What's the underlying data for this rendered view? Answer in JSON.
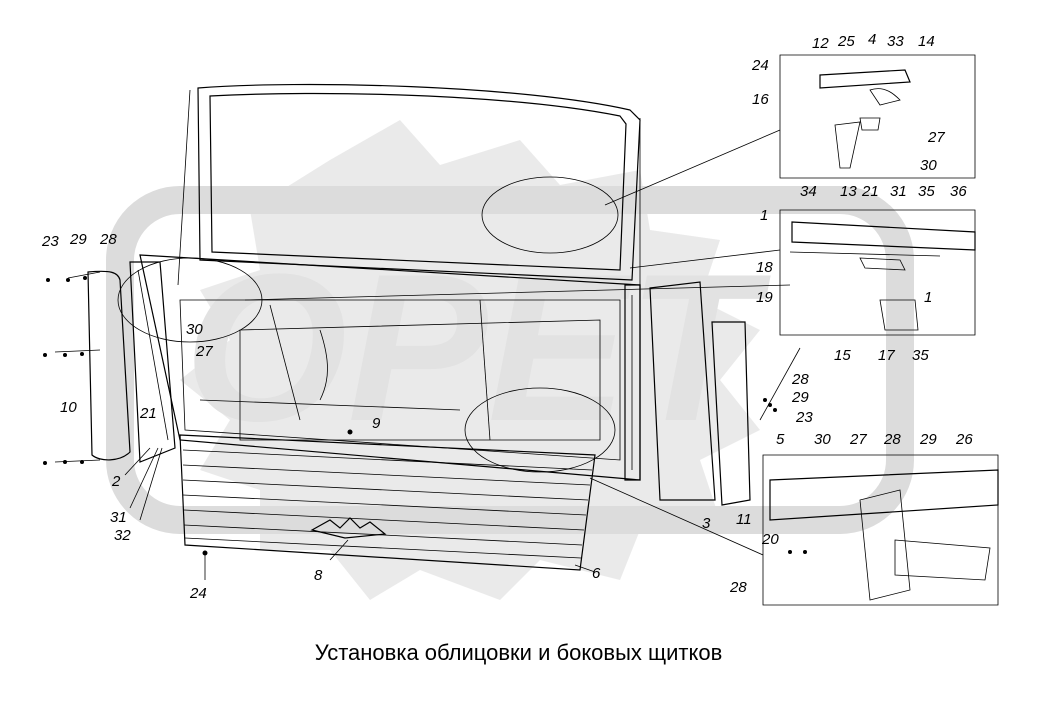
{
  "caption": "Установка облицовки и боковых щитков",
  "watermark": {
    "text": "OPET",
    "color": "#d9d9d9"
  },
  "colors": {
    "line": "#000000",
    "watermark": "#d9d9d9",
    "background": "#ffffff"
  },
  "callouts": [
    {
      "label": "12"
    },
    {
      "label": "25"
    },
    {
      "label": "4"
    },
    {
      "label": "33"
    },
    {
      "label": "14"
    },
    {
      "label": "24"
    },
    {
      "label": "16"
    },
    {
      "label": "27"
    },
    {
      "label": "30"
    },
    {
      "label": "13"
    },
    {
      "label": "21"
    },
    {
      "label": "31"
    },
    {
      "label": "34"
    },
    {
      "label": "35"
    },
    {
      "label": "36"
    },
    {
      "label": "1"
    },
    {
      "label": "18"
    },
    {
      "label": "19"
    },
    {
      "label": "1"
    },
    {
      "label": "15"
    },
    {
      "label": "17"
    },
    {
      "label": "35"
    },
    {
      "label": "23"
    },
    {
      "label": "29"
    },
    {
      "label": "28"
    },
    {
      "label": "30"
    },
    {
      "label": "27"
    },
    {
      "label": "10"
    },
    {
      "label": "21"
    },
    {
      "label": "2"
    },
    {
      "label": "31"
    },
    {
      "label": "32"
    },
    {
      "label": "9"
    },
    {
      "label": "24"
    },
    {
      "label": "8"
    },
    {
      "label": "6"
    },
    {
      "label": "28"
    },
    {
      "label": "29"
    },
    {
      "label": "23"
    },
    {
      "label": "3"
    },
    {
      "label": "11"
    },
    {
      "label": "5"
    },
    {
      "label": "30"
    },
    {
      "label": "27"
    },
    {
      "label": "28"
    },
    {
      "label": "29"
    },
    {
      "label": "26"
    },
    {
      "label": "20"
    },
    {
      "label": "28"
    }
  ]
}
